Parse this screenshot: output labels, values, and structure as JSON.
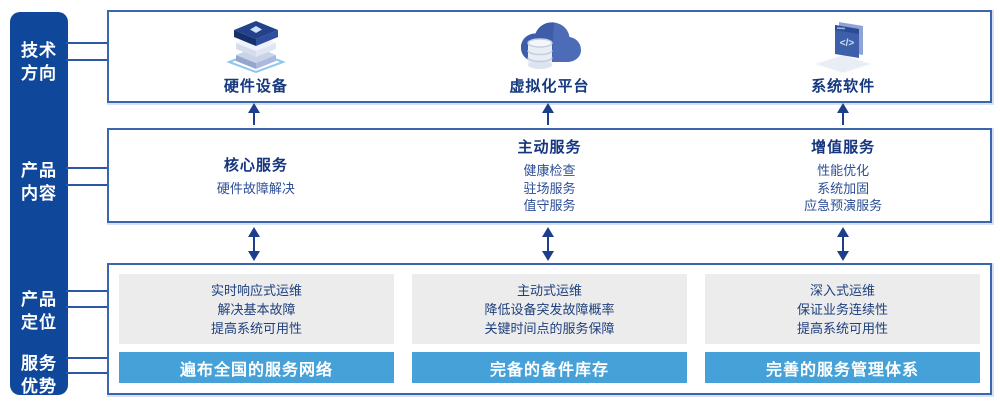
{
  "rail": {
    "bg_color": "#0f479a",
    "items": [
      {
        "label": "技术\n方向"
      },
      {
        "label": "产品\n内容"
      },
      {
        "label": "产品\n定位"
      },
      {
        "label": "服务\n优势"
      }
    ]
  },
  "tech_row": {
    "items": [
      {
        "icon": "server-stack-icon",
        "label": "硬件设备"
      },
      {
        "icon": "cloud-database-icon",
        "label": "虚拟化平台"
      },
      {
        "icon": "code-window-icon",
        "label": "系统软件"
      }
    ]
  },
  "content_row": {
    "columns": [
      {
        "title": "核心服务",
        "items": [
          "硬件故障解决"
        ]
      },
      {
        "title": "主动服务",
        "items": [
          "健康检查",
          "驻场服务",
          "值守服务"
        ]
      },
      {
        "title": "增值服务",
        "items": [
          "性能优化",
          "系统加固",
          "应急预演服务"
        ]
      }
    ]
  },
  "position_row": {
    "columns": [
      {
        "lines": [
          "实时响应式运维",
          "解决基本故障",
          "提高系统可用性"
        ],
        "banner": "遍布全国的服务网络"
      },
      {
        "lines": [
          "主动式运维",
          "降低设备突发故障概率",
          "关键时间点的服务保障"
        ],
        "banner": "完备的备件库存"
      },
      {
        "lines": [
          "深入式运维",
          "保证业务连续性",
          "提高系统可用性"
        ],
        "banner": "完善的服务管理体系"
      }
    ]
  },
  "icons": {
    "code_glyph": "</>"
  },
  "colors": {
    "rail_bg": "#0f479a",
    "panel_border": "#3b66ae",
    "banner_bg": "#45a1d8",
    "panel_gray": "#ececec",
    "title_text": "#15357f",
    "body_text": "#2c4e95",
    "arrow": "#1c3e8c"
  }
}
